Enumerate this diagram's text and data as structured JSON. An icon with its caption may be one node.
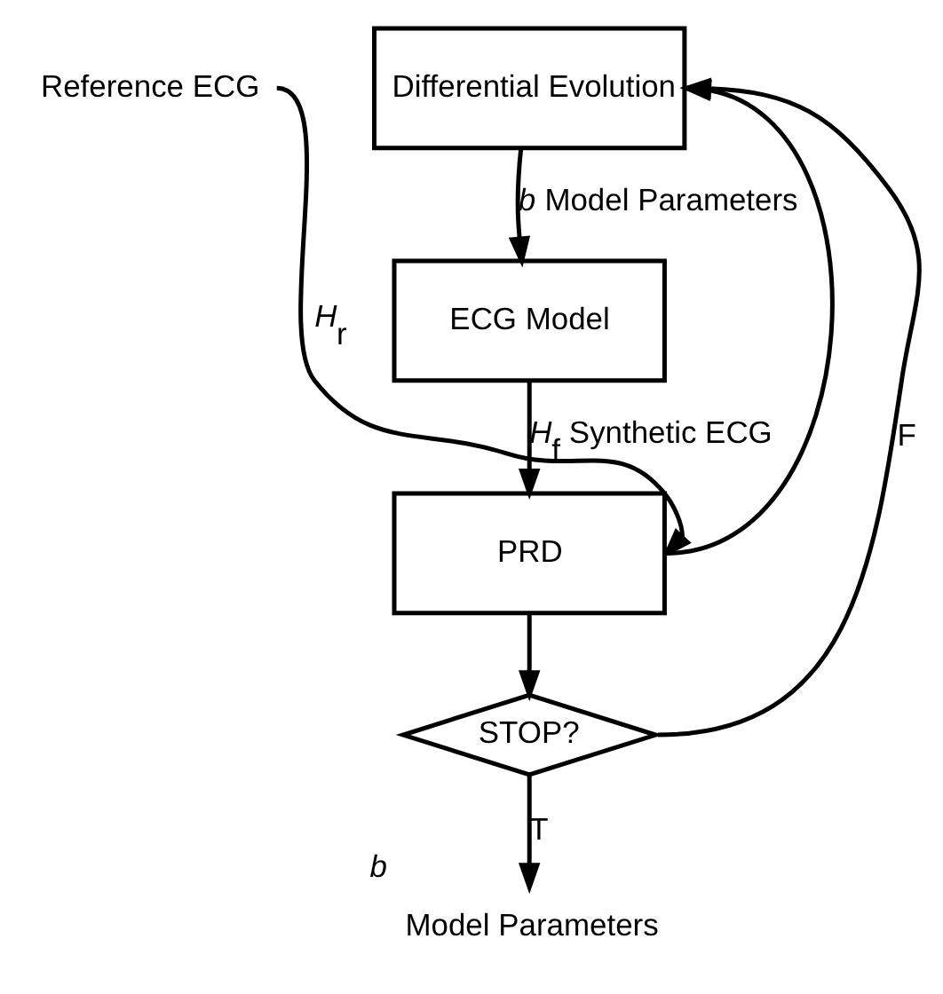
{
  "diagram": {
    "nodes": [
      {
        "text": [
          "Differential Evolution"
        ]
      },
      {
        "text": [
          "ECG Model"
        ]
      },
      {
        "text": [
          "PRD"
        ]
      },
      {
        "text": [
          "STOP?"
        ]
      },
      {
        "text": [
          "Reference ECG"
        ]
      },
      {
        "text": [
          "Model Parameters"
        ],
        "beside": [
          "*b*"
        ]
      }
    ],
    "edges": [
      {
        "from": 0,
        "to": 1,
        "arrow": "to",
        "label": "*b* Model Parameters"
      },
      {
        "from": 1,
        "to": 2,
        "arrow": "to",
        "label": "*H*$_{f}$ Synthetic ECG"
      },
      {
        "from": 4,
        "to": 2,
        "arrow": "to",
        "label": "*H*$_{r}$"
      },
      {
        "from": 2,
        "to": 0,
        "arrow": "to"
      },
      {
        "from": 2,
        "to": 3,
        "arrow": "to"
      },
      {
        "from": 3,
        "to": 0,
        "arrow": "to",
        "label": "F"
      },
      {
        "from": 3,
        "to": 5,
        "arrow": "to",
        "label": "T"
      }
    ]
  }
}
